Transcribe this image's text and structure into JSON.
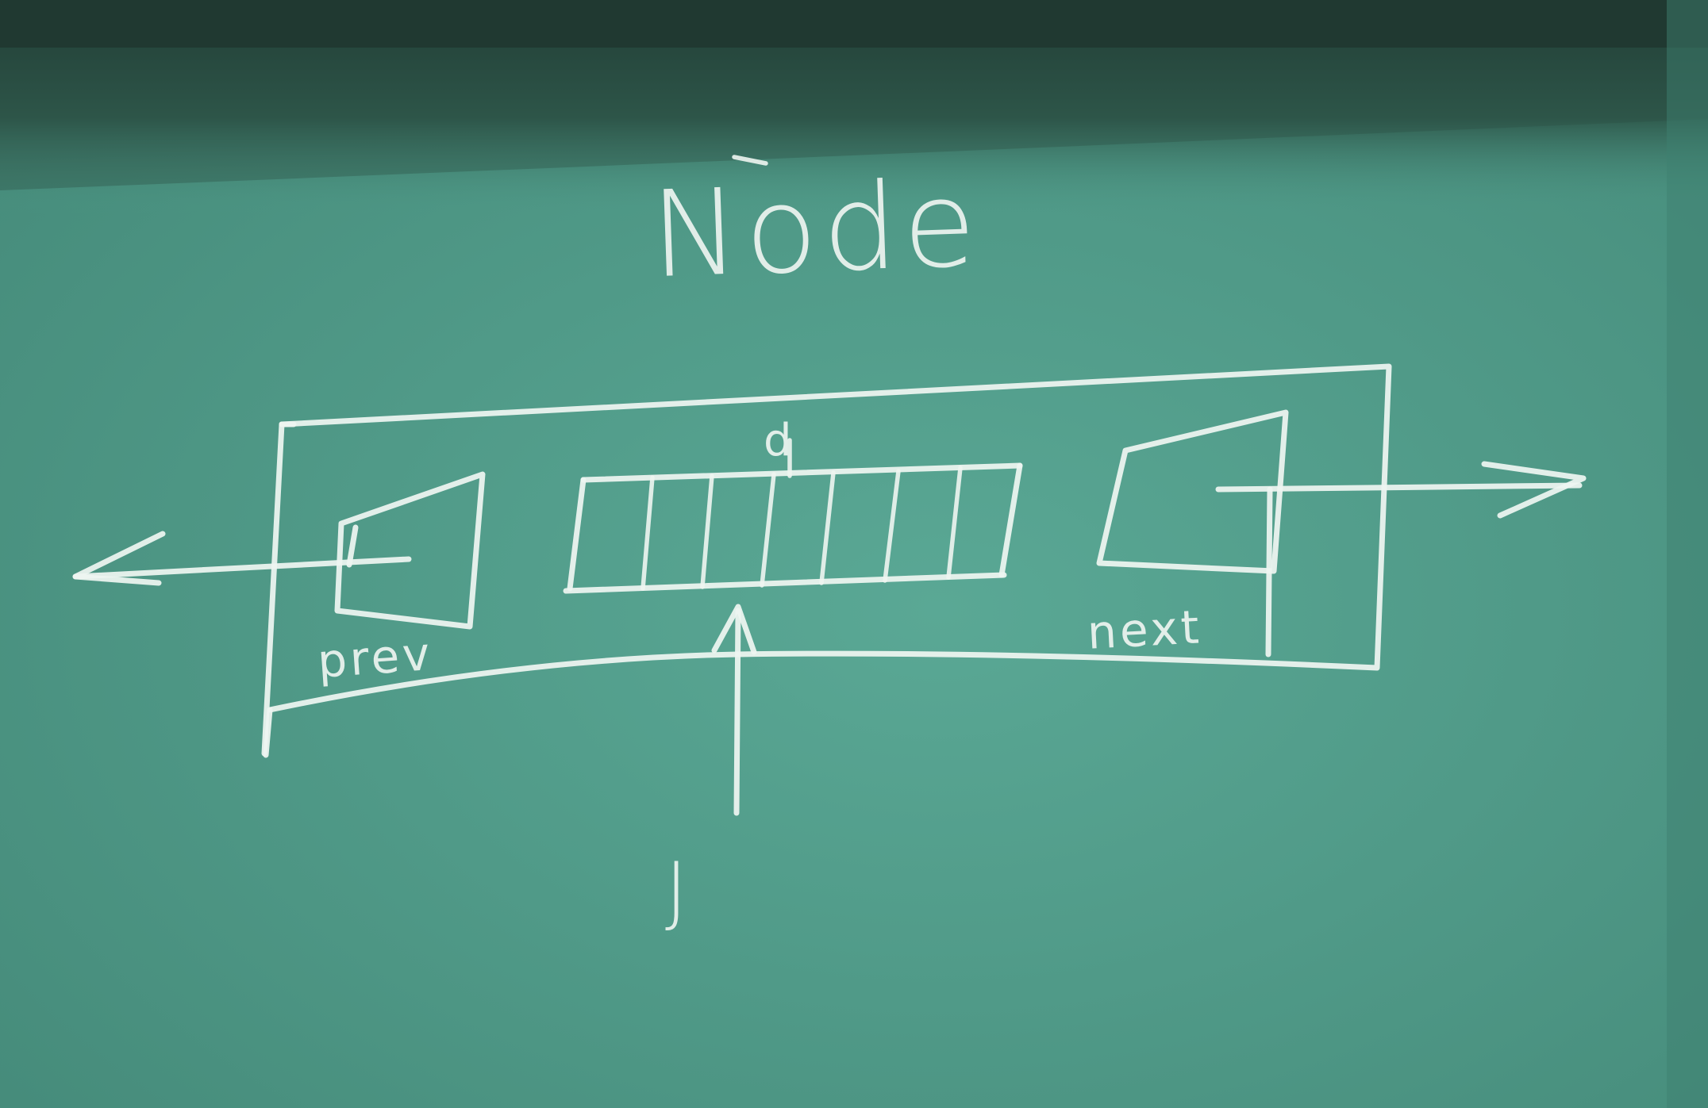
{
  "board": {
    "color": "#4e9a88",
    "top_edge_color": "#1f3b33",
    "chalk_color": "#eef5f1"
  },
  "diagram": {
    "title": "Node",
    "prev_label": "prev",
    "next_label": "next",
    "data_label": "d",
    "pointer_label": "J"
  }
}
